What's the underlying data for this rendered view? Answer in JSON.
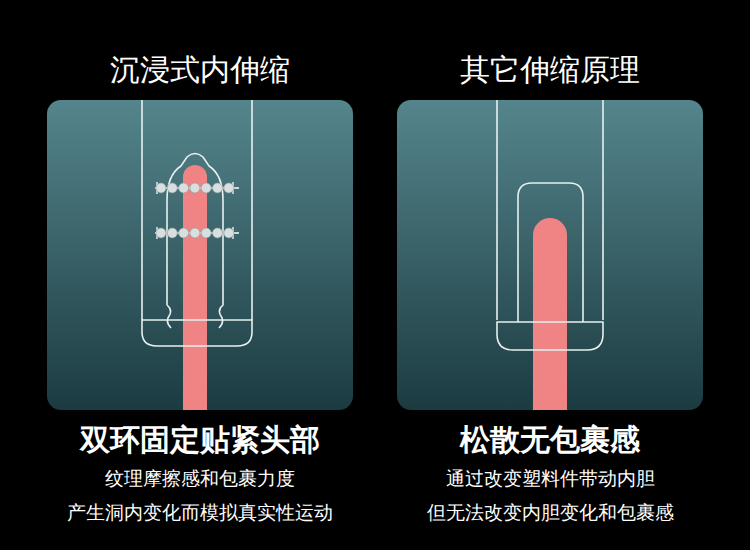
{
  "diagram": {
    "nodes": [
      {
        "text": [
          "沉浸式内伸缩",
          "双环固定贴紧头部",
          "纹理摩擦感和包裹力度",
          "产生洞内变化而模拟真实性运动"
        ]
      },
      {
        "text": [
          "其它伸缩原理",
          "松散无包裹感",
          "通过改变塑料件带动内胆",
          "但无法改变内胆变化和包裹感"
        ]
      }
    ]
  }
}
